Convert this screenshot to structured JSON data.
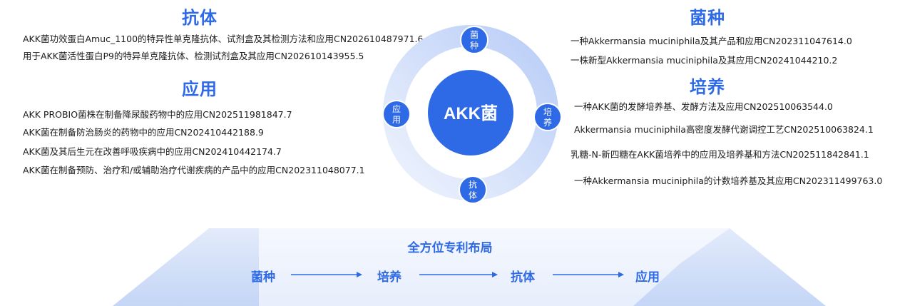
{
  "colors": {
    "accent": "#2f6ae6",
    "accent_light": "#dbe6fb",
    "text": "#1c1c1c"
  },
  "left": {
    "antibody": {
      "title": "抗体",
      "items": [
        "AKK菌功效蛋白Amuc_1100的特异性单克隆抗体、试剂盒及其检测方法和应用CN202610487971.6",
        "用于AKK菌活性蛋白P9的特异单克隆抗体、检测试剂盒及其应用CN202610143955.5"
      ]
    },
    "application": {
      "title": "应用",
      "items": [
        "AKK PROBIO菌株在制备降尿酸药物中的应用CN202511981847.7",
        "AKK菌在制备防治肠炎的药物中的应用CN202410442188.9",
        "AKK菌及其后生元在改善呼吸疾病中的应用CN202410442174.7",
        "AKK菌在制备预防、治疗和/或辅助治疗代谢疾病的产品中的应用CN202311048077.1"
      ]
    }
  },
  "right": {
    "strain": {
      "title": "菌种",
      "items": [
        "一种Akkermansia muciniphila及其产品和应用CN202311047614.0",
        "一株新型Akkermansia muciniphila及其应用CN20241044210.2"
      ]
    },
    "culture": {
      "title": "培养",
      "items": [
        "一种AKK菌的发酵培养基、发酵方法及应用CN202510063544.0",
        "Akkermansia muciniphila高密度发酵代谢调控工艺CN202510063824.1",
        "乳糖-N-新四糖在AKK菌培养中的应用及培养基和方法CN202511842841.1",
        "一种Akkermansia muciniphila的计数培养基及其应用CN202311499763.0"
      ]
    }
  },
  "center": {
    "label": "AKK菌",
    "nodes": {
      "top": "菌种",
      "right": "培养",
      "bottom": "抗体",
      "left": "应用"
    }
  },
  "bottom": {
    "title": "全方位专利布局",
    "flow": [
      "菌种",
      "培养",
      "抗体",
      "应用"
    ]
  }
}
